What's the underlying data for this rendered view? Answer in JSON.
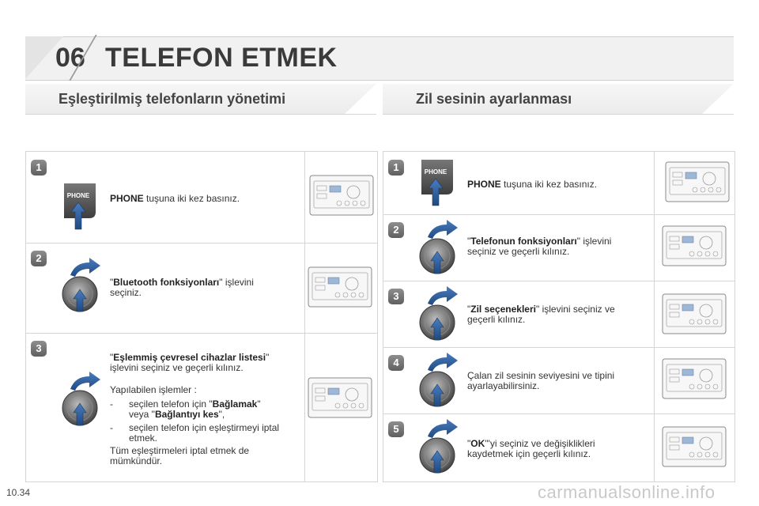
{
  "header": {
    "chapter": "06",
    "title": "TELEFON ETMEK"
  },
  "left": {
    "heading": "Eşleştirilmiş telefonların yönetimi",
    "steps": [
      {
        "num": "1",
        "bold": "PHONE",
        "rest": " tuşuna iki kez basınız."
      },
      {
        "num": "2",
        "q1": "\"",
        "bold": "Bluetooth fonksiyonları",
        "q2": "\"",
        "rest1": " işlevini",
        "rest2": "seçiniz."
      },
      {
        "num": "3",
        "q1": "\"",
        "bold": "Eşlemmiş çevresel cihazlar listesi",
        "q2": "\"",
        "line2": "işlevini seçiniz ve geçerli kılınız.",
        "ops": "Yapılabilen işlemler :",
        "dash": "-",
        "b1a": "seçilen telefon için \"",
        "b1bold": "Bağlamak",
        "b1b": "\"",
        "b1c": "veya \"",
        "b1bold2": "Bağlantıyı kes",
        "b1d": "\",",
        "b2a": "seçilen telefon için eşleştirmeyi iptal",
        "b2b": "etmek.",
        "tail1": "Tüm eşleştirmeleri iptal etmek de",
        "tail2": "mümkündür."
      }
    ]
  },
  "right": {
    "heading": "Zil sesinin ayarlanması",
    "steps": [
      {
        "num": "1",
        "bold": "PHONE",
        "rest": " tuşuna iki kez basınız."
      },
      {
        "num": "2",
        "q1": "\"",
        "bold": "Telefonun fonksiyonları",
        "q2": "\"",
        "rest1": " işlevini",
        "rest2": "seçiniz ve geçerli kılınız."
      },
      {
        "num": "3",
        "q1": "\"",
        "bold": "Zil seçenekleri",
        "q2": "\"",
        "rest1": " işlevini seçiniz ve",
        "rest2": "geçerli kılınız."
      },
      {
        "num": "4",
        "line1": "Çalan zil sesinin seviyesini ve tipini",
        "line2": "ayarlayabilirsiniz."
      },
      {
        "num": "5",
        "q1": "\"",
        "bold": "OK",
        "q2": "\"",
        "rest1": "'yi seçiniz ve değişiklikleri",
        "rest2": "kaydetmek için geçerli kılınız."
      }
    ]
  },
  "icons": {
    "phone_label": "PHONE"
  },
  "footer": {
    "page": "10.34",
    "watermark": "carmanualsonline.info"
  },
  "colors": {
    "badge": "#6f6f6f",
    "phone_btn": "#555555",
    "arrow": "#2f5f9a",
    "knob": "#707070"
  }
}
